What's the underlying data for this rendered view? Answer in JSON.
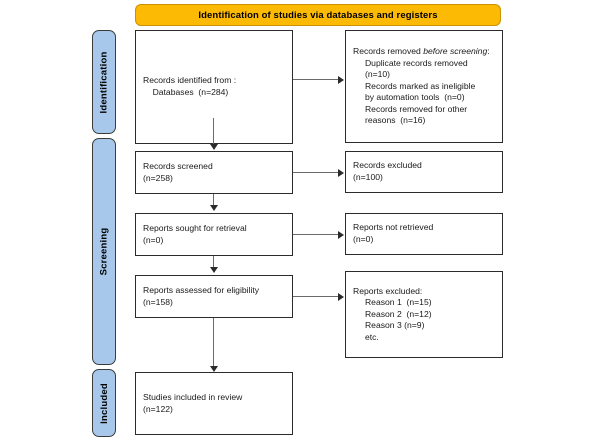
{
  "banner": {
    "title": "Identification of studies via databases and registers",
    "bg_color": "#FCBA04"
  },
  "stages": [
    {
      "id": "identification",
      "label": "Identification",
      "color": "#A8C8EB"
    },
    {
      "id": "screening",
      "label": "Screening",
      "color": "#A8C8EB"
    },
    {
      "id": "included",
      "label": "Included",
      "color": "#A8C8EB"
    }
  ],
  "boxes": {
    "identified": {
      "text": "Records identified from :\n    Databases  (n=284)"
    },
    "removed": {
      "line1": "Records removed ",
      "italic": "before screening",
      "line1_end": ":",
      "rest": "\n     Duplicate records removed\n     (n=10)\n     Records marked as ineligible\n     by automation tools  (n=0)\n     Records removed for other\n     reasons  (n=16)"
    },
    "screened": {
      "text": "Records screened\n(n=258)"
    },
    "excluded": {
      "text": "Records excluded\n(n=100)"
    },
    "sought": {
      "text": "Reports sought for retrieval\n(n=0)"
    },
    "notretrieved": {
      "text": "Reports not retrieved\n(n=0)"
    },
    "assessed": {
      "text": "Reports assessed for eligibility\n(n=158)"
    },
    "repexcluded": {
      "text": "Reports excluded:\n     Reason 1  (n=15)\n     Reason 2  (n=12)\n     Reason 3 (n=9)\n     etc."
    },
    "included": {
      "text": "Studies included in review\n(n=122)"
    }
  },
  "chart_data": {
    "type": "diagram",
    "title": "PRISMA 2020 flow diagram",
    "nodes": [
      {
        "id": "identified",
        "column": "left",
        "label": "Records identified from : Databases",
        "n": 284
      },
      {
        "id": "removed",
        "column": "right",
        "label": "Records removed before screening",
        "n": null,
        "children": [
          {
            "label": "Duplicate records removed",
            "n": 10
          },
          {
            "label": "Records marked as ineligible by automation tools",
            "n": 0
          },
          {
            "label": "Records removed for other reasons",
            "n": 16
          }
        ]
      },
      {
        "id": "screened",
        "column": "left",
        "label": "Records screened",
        "n": 258
      },
      {
        "id": "excluded",
        "column": "right",
        "label": "Records excluded",
        "n": 100
      },
      {
        "id": "sought",
        "column": "left",
        "label": "Reports sought for retrieval",
        "n": 0
      },
      {
        "id": "notretrieved",
        "column": "right",
        "label": "Reports not retrieved",
        "n": 0
      },
      {
        "id": "assessed",
        "column": "left",
        "label": "Reports assessed for eligibility",
        "n": 158
      },
      {
        "id": "repexcluded",
        "column": "right",
        "label": "Reports excluded",
        "n": null,
        "children": [
          {
            "label": "Reason 1",
            "n": 15
          },
          {
            "label": "Reason 2",
            "n": 12
          },
          {
            "label": "Reason 3",
            "n": 9
          },
          {
            "label": "etc.",
            "n": null
          }
        ]
      },
      {
        "id": "included",
        "column": "left",
        "label": "Studies included in review",
        "n": 122
      }
    ],
    "edges": [
      {
        "from": "identified",
        "to": "removed",
        "direction": "right"
      },
      {
        "from": "identified",
        "to": "screened",
        "direction": "down"
      },
      {
        "from": "screened",
        "to": "excluded",
        "direction": "right"
      },
      {
        "from": "screened",
        "to": "sought",
        "direction": "down"
      },
      {
        "from": "sought",
        "to": "notretrieved",
        "direction": "right"
      },
      {
        "from": "sought",
        "to": "assessed",
        "direction": "down"
      },
      {
        "from": "assessed",
        "to": "repexcluded",
        "direction": "right"
      },
      {
        "from": "assessed",
        "to": "included",
        "direction": "down"
      }
    ]
  }
}
